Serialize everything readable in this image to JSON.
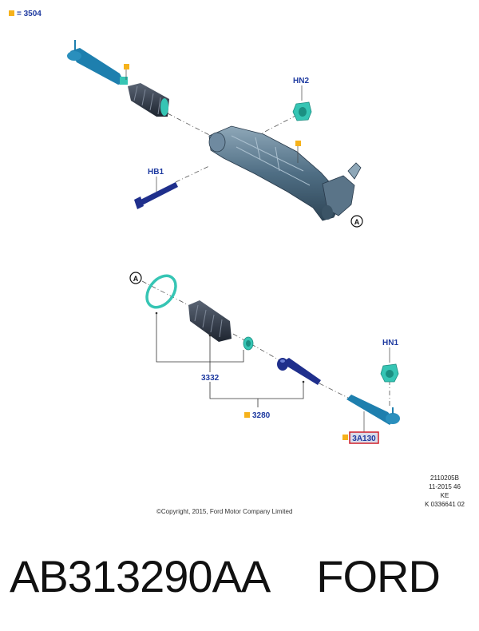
{
  "legend": {
    "marker_color": "#f6b21b",
    "text": "= 3504"
  },
  "labels": {
    "hn2": "HN2",
    "hb1": "HB1",
    "hn1": "HN1",
    "p3332": "3332",
    "p3280": "3280",
    "p3a130": "3A130",
    "callout_a": "A"
  },
  "drawing_meta": {
    "line1": "2110205B",
    "line2": "11-2015 46",
    "line3": "KE",
    "line4": "K 0336641 02"
  },
  "copyright": "©Copyright, 2015, Ford Motor Company Limited",
  "part_number": "AB313290AA",
  "brand": "FORD",
  "colors": {
    "label_blue": "#1e3aa0",
    "marker_orange": "#f6b21b",
    "highlight_red": "#d0202a",
    "highlight_fill": "#d9dbe9",
    "part_teal": "#1e7fae",
    "part_cyan": "#36c5b4",
    "part_navy": "#1f2f8c",
    "boot_dark": "#2b3340"
  }
}
